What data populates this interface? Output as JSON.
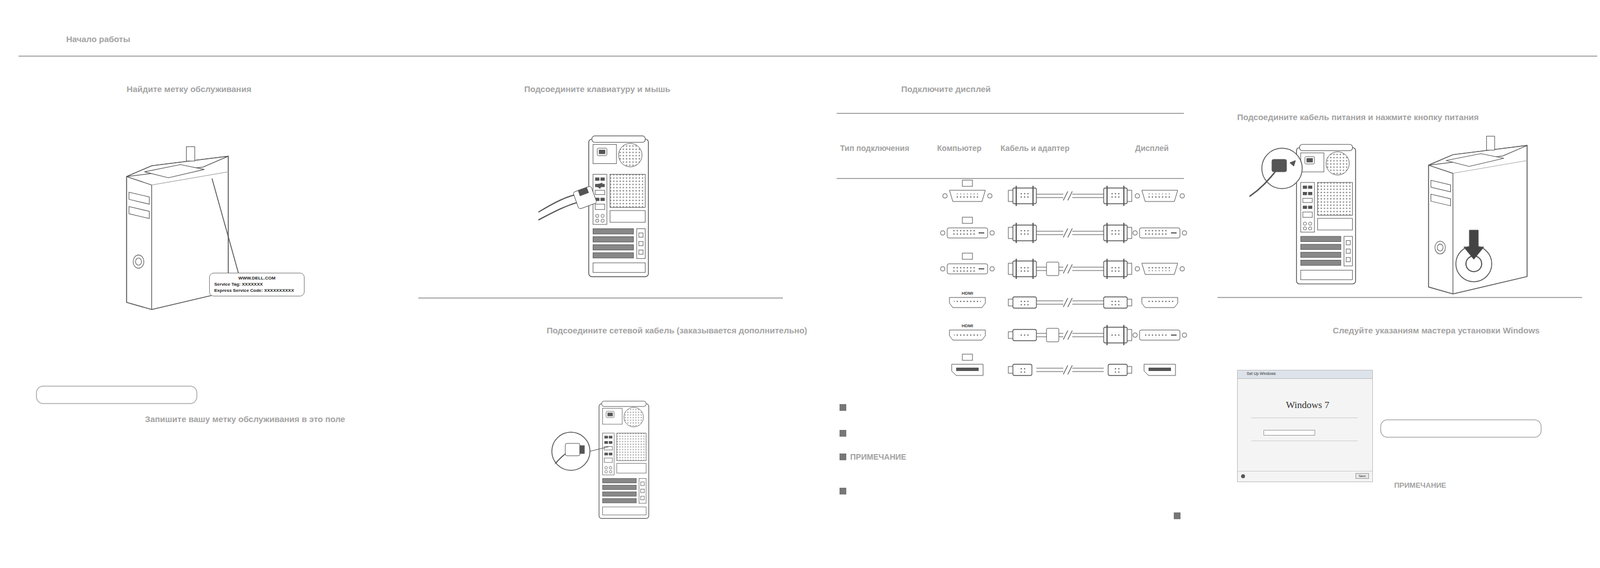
{
  "diagram": {
    "title": "Начало работы",
    "nodes": [
      {
        "text": [
          "WWW.DELL.COM",
          "Service Tag:   XXXXXXX",
          "Express Service Code:   XXXXXXXXXX"
        ]
      },
      {
        "text": [
          "Set Up Windows",
          "Windows 7",
          "Next"
        ]
      }
    ],
    "labels": [
      "Найдите метку обслуживания",
      "Запишите вашу метку обслуживания в это поле",
      "Подсоедините клавиатуру и мышь",
      "Подсоедините сетевой кабель (заказывается дополнительно)",
      "Подключите дисплей",
      "Тип подключения",
      "Компьютер",
      "Кабель и адаптер",
      "Дисплей",
      "HDMI",
      "HDMI",
      "ПРИМЕЧАНИЕ",
      "Подсоедините кабель питания и нажмите кнопку питания",
      "Следуйте указаниям мастера установки Windows",
      "ПРИМЕЧАНИЕ"
    ]
  }
}
